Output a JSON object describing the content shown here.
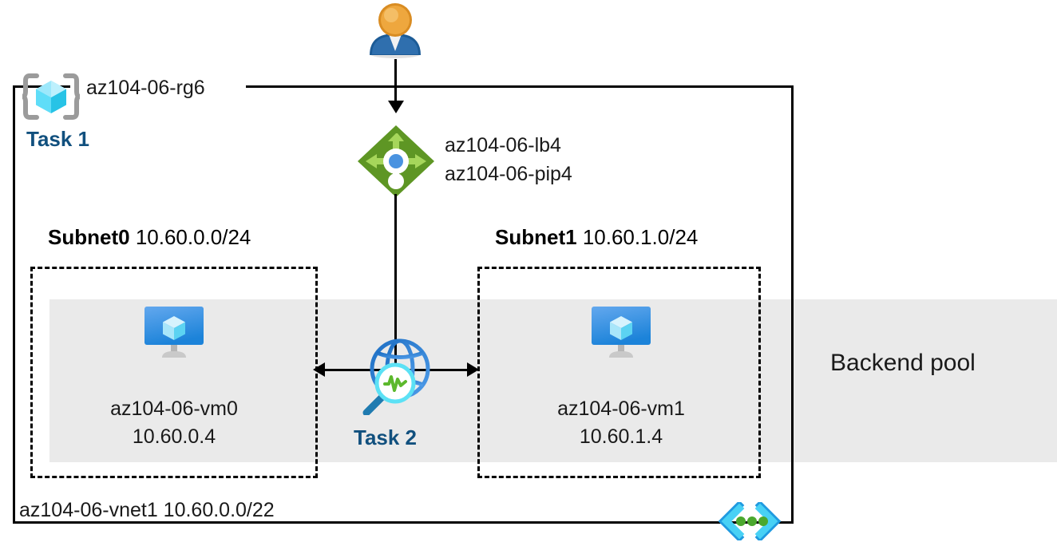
{
  "diagram": {
    "title": "Azure AZ-104 Lab 06 network architecture",
    "colors": {
      "task_blue": "#11507e",
      "backend_band": "#eaeaea",
      "lb_green": "#7ab02c",
      "vm_blue": "#2f8cdd",
      "rg_cyan": "#32d0f5",
      "vnet_cyan": "#32c5f4",
      "user_orange": "#e8a33d"
    },
    "resource_group": {
      "name": "az104-06-rg6",
      "icon": "resource-group-icon",
      "task_label": "Task 1"
    },
    "user": {
      "icon": "user-icon"
    },
    "load_balancer": {
      "icon": "load-balancer-icon",
      "lines": [
        "az104-06-lb4",
        "az104-06-pip4"
      ]
    },
    "backend_pool": {
      "label": "Backend pool"
    },
    "subnets": [
      {
        "name": "Subnet0",
        "cidr": "10.60.0.0/24",
        "vm": {
          "icon": "virtual-machine-icon",
          "name": "az104-06-vm0",
          "ip": "10.60.0.4"
        }
      },
      {
        "name": "Subnet1",
        "cidr": "10.60.1.0/24",
        "vm": {
          "icon": "virtual-machine-icon",
          "name": "az104-06-vm1",
          "ip": "10.60.1.4"
        }
      }
    ],
    "network_watcher": {
      "icon": "network-watcher-icon",
      "task_label": "Task 2"
    },
    "virtual_network": {
      "icon": "virtual-network-icon",
      "name": "az104-06-vnet1",
      "cidr": "10.60.0.0/22",
      "label": "az104-06-vnet1 10.60.0.0/22"
    }
  }
}
